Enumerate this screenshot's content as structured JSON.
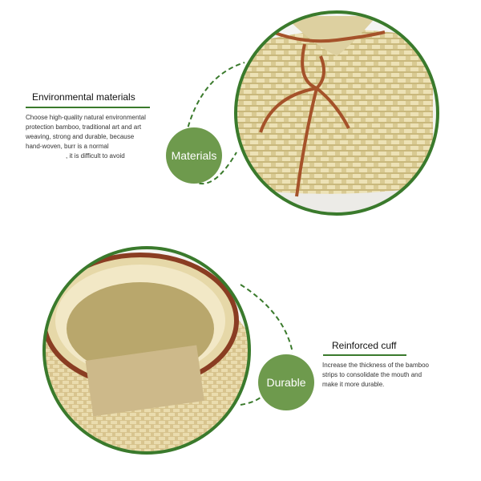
{
  "section_top": {
    "heading": "Environmental materials",
    "body_lines": [
      "Choose high-quality natural environmental",
      "protection bamboo, traditional art and art",
      "weaving, strong and durable, because",
      "hand-woven, burr is a normal",
      ", it is difficult to avoid"
    ],
    "badge_label": "Materials"
  },
  "section_bottom": {
    "heading": "Reinforced cuff",
    "body_lines": [
      "Increase the thickness of the bamboo",
      "strips to consolidate the mouth and",
      "make it more durable."
    ],
    "badge_label": "Durable"
  },
  "colors": {
    "accent_green": "#3a7a2c",
    "badge_green": "#6e9a4d",
    "bamboo": "#d8c892",
    "cord": "#a5522a"
  }
}
